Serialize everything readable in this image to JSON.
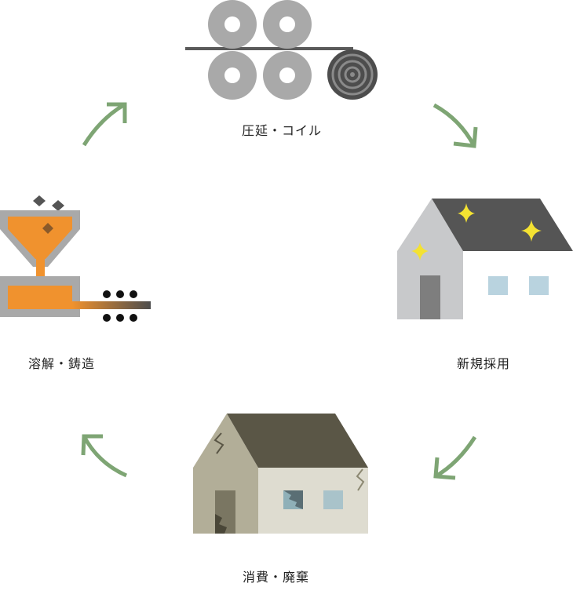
{
  "stages": {
    "rolling": {
      "label": "圧延・コイル",
      "icon": "rolling-mill-icon"
    },
    "new_use": {
      "label": "新規採用",
      "icon": "new-house-icon"
    },
    "disposal": {
      "label": "消費・廃棄",
      "icon": "old-house-icon"
    },
    "melting": {
      "label": "溶解・鋳造",
      "icon": "furnace-icon"
    }
  },
  "cycle_direction": "clockwise",
  "colors": {
    "arrow": "#7ea574",
    "roller": "#a9a9a9",
    "coil": "#4d4d4d",
    "molten_metal": "#f0922e",
    "new_house_wall": "#c8c9cb",
    "new_house_roof": "#555555",
    "window": "#b9d3df",
    "sparkle": "#f4e232",
    "old_house_wall": "#b2ae98",
    "old_house_roof": "#5a5646",
    "old_house_side": "#dedcd0"
  }
}
